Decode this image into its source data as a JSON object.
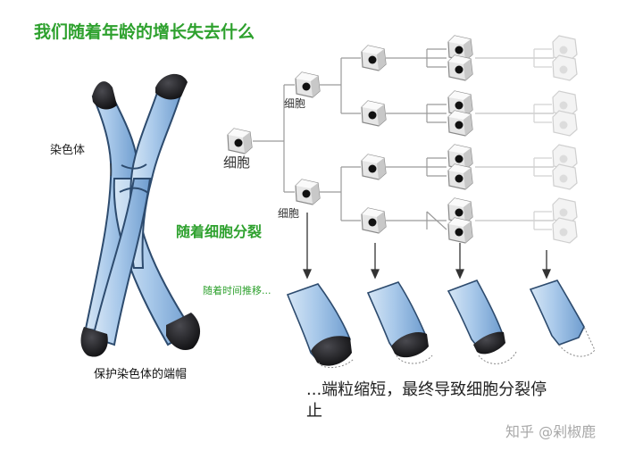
{
  "title": "我们随着年龄的增长失去什么",
  "labels": {
    "chromosome": "染色体",
    "telomere": "保护染色体的端帽",
    "cell_root": "细胞",
    "cell_top": "细胞",
    "cell_bottom": "细胞",
    "division": "随着细胞分裂",
    "over_time": "随着时间推移...",
    "caption": "...端粒缩短，最终导致细胞分裂停止"
  },
  "watermark": "知乎 @剁椒鹿",
  "colors": {
    "accent_green": "#2ea12e",
    "chromatid_blue": "#aac8e6",
    "cap_dark": "#1b1b1f"
  }
}
